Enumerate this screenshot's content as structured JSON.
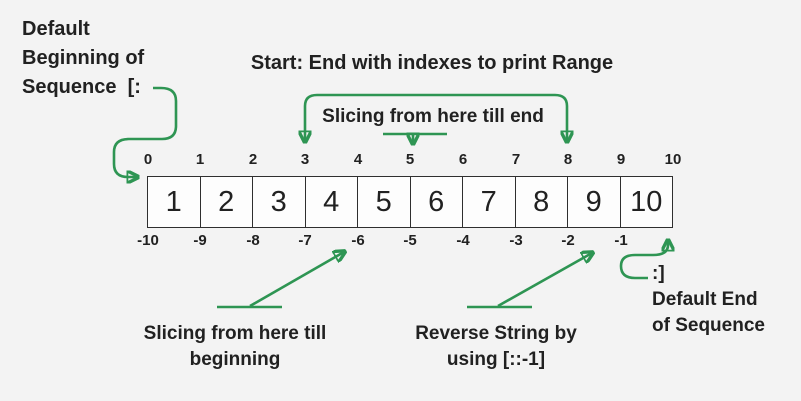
{
  "colors": {
    "background": "#f3f3f3",
    "accent_green": "#2e9553",
    "text": "#212121",
    "box_background": "#fdfdfd",
    "box_border": "#2f2f2f"
  },
  "labels": {
    "default_beginning": "Default\nBeginning of\nSequence  [:",
    "start_end_range": "Start: End with indexes to print Range",
    "slicing_till_end": "Slicing from here till end",
    "slicing_till_beginning": "Slicing from here till\nbeginning",
    "reverse_string": "Reverse String by\nusing [::-1]",
    "default_end": ":]\nDefault End\nof Sequence"
  },
  "sequence": {
    "cells": [
      "1",
      "2",
      "3",
      "4",
      "5",
      "6",
      "7",
      "8",
      "9",
      "10"
    ],
    "positive_indexes": [
      "0",
      "1",
      "2",
      "3",
      "4",
      "5",
      "6",
      "7",
      "8",
      "9",
      "10"
    ],
    "negative_indexes": [
      "-10",
      "-9",
      "-8",
      "-7",
      "-6",
      "-5",
      "-4",
      "-3",
      "-2",
      "-1"
    ]
  }
}
